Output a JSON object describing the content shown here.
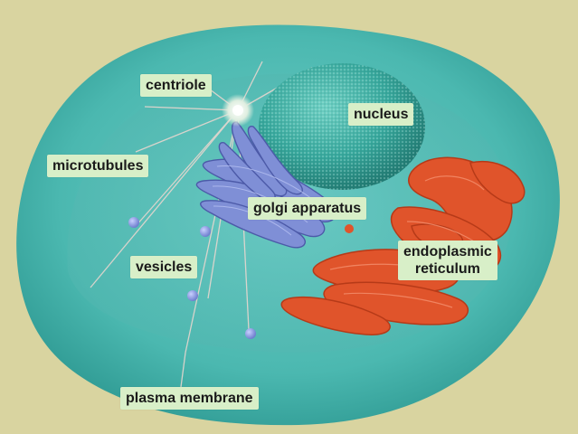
{
  "colors": {
    "background": "#d9d4a0",
    "cytoplasm": "#46b5ad",
    "inner_cytoplasm": "#5ec3bd",
    "nucleus": "#3aa89e",
    "golgi": "#7f8fd6",
    "endoplasmic_reticulum": "#e0542b",
    "vesicle": "#8f9be0",
    "label_background": "#d8efc8"
  },
  "labels": {
    "centriole": "centriole",
    "nucleus": "nucleus",
    "microtubules": "microtubules",
    "golgi_apparatus": "golgi apparatus",
    "endoplasmic_line1": "endoplasmic",
    "endoplasmic_line2": "reticulum",
    "vesicles": "vesicles",
    "plasma_membrane": "plasma membrane"
  }
}
